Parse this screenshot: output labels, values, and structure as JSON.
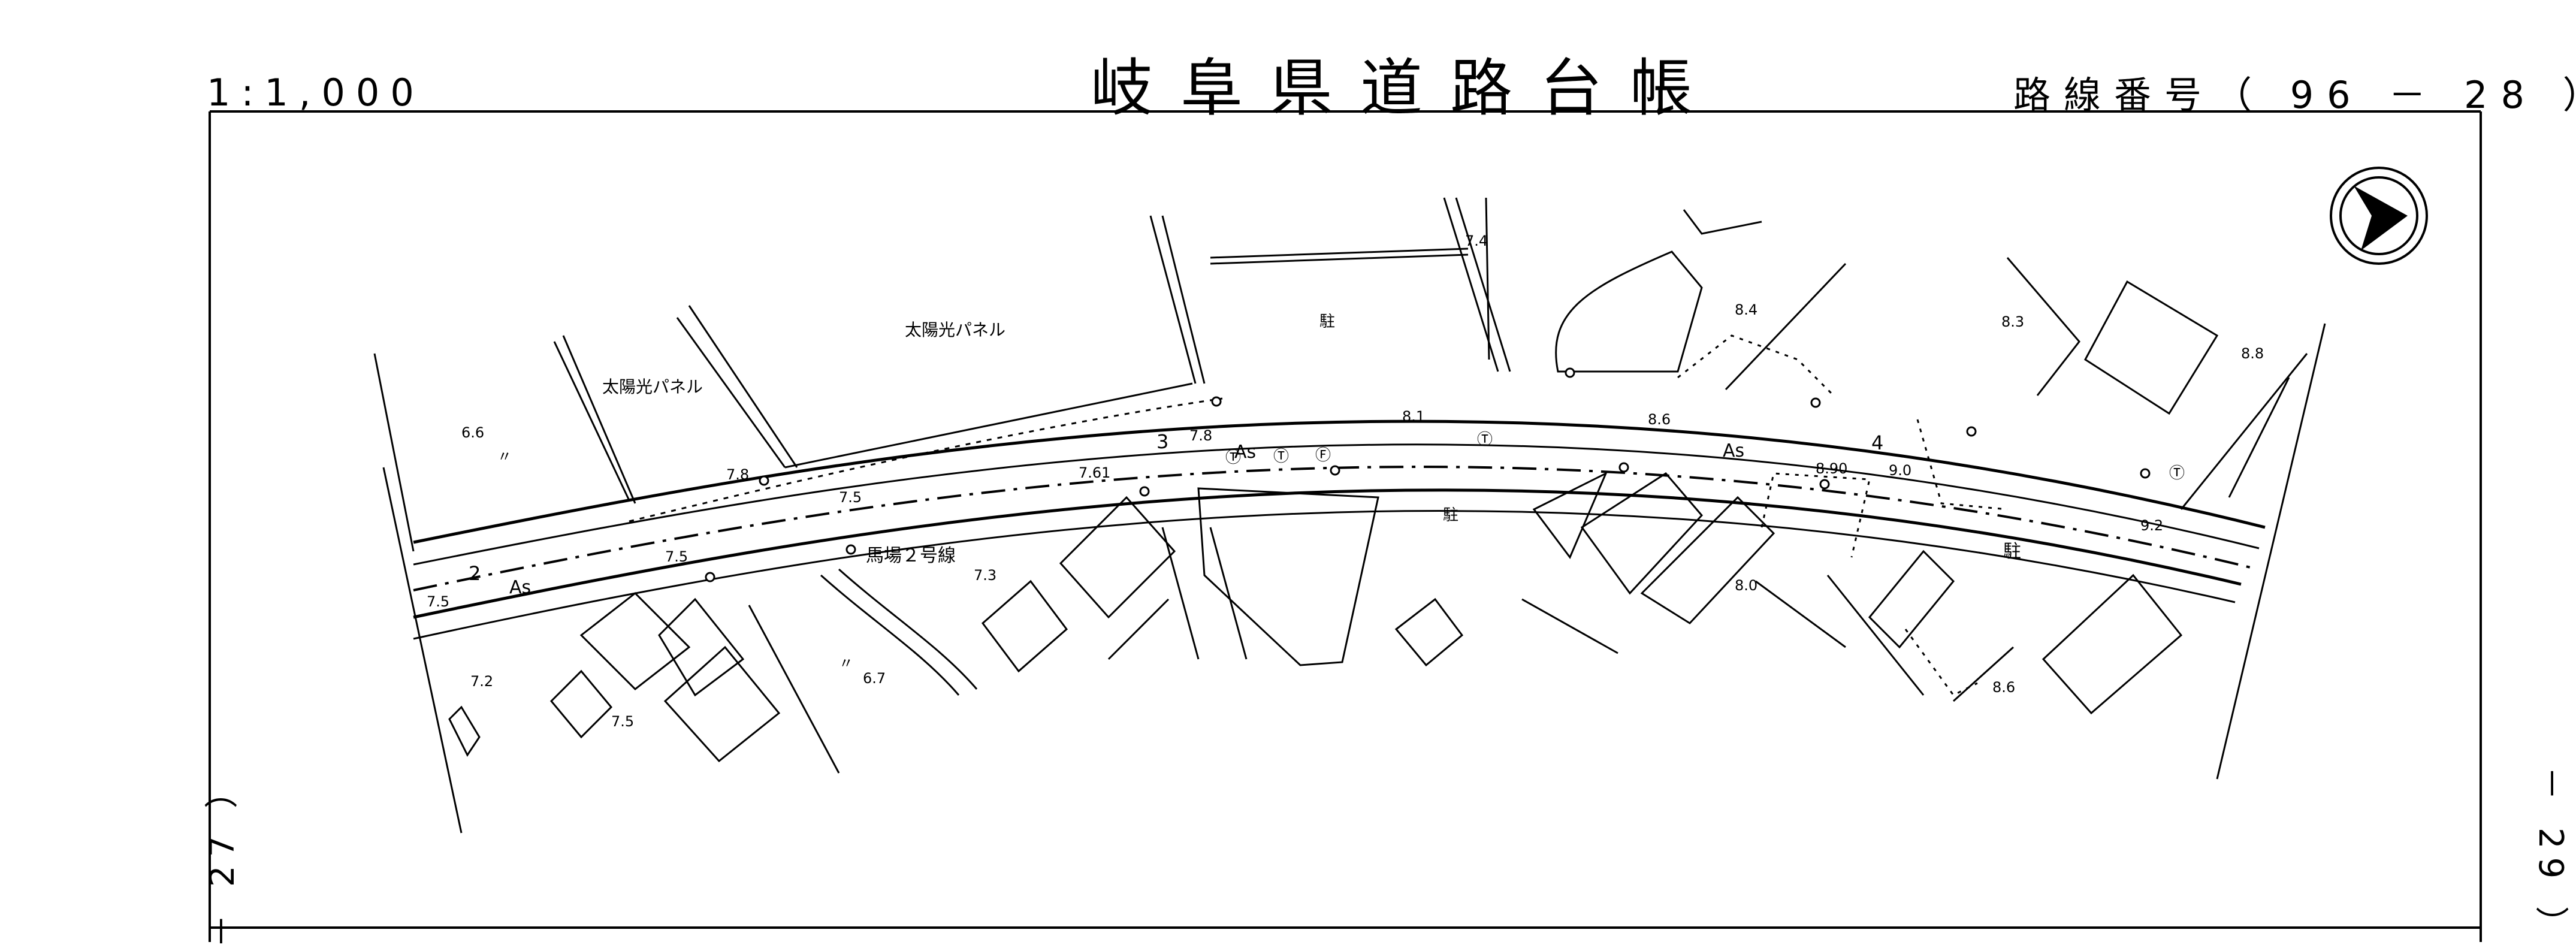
{
  "header": {
    "scale": "1:1,000",
    "title": "岐阜県道路台帳",
    "route_number": "路線番号（ 96 － 28 ）"
  },
  "sheet_links": {
    "left": "－ 27 ）",
    "right": "－ 29 ）"
  },
  "map": {
    "road_name": "馬場２号線",
    "labels": {
      "solar_panel_1": "太陽光パネル",
      "solar_panel_2": "太陽光パネル",
      "surface_1": "As",
      "surface_2": "As",
      "surface_3": "As",
      "parking": "駐",
      "ditto_1": "〃",
      "ditto_2": "〃"
    },
    "elevations": {
      "e1": "6.6",
      "e2": "7.5",
      "e3": "7.2",
      "e4": "7.5",
      "e5": "7.5",
      "e6": "7.8",
      "e7": "7.5",
      "e8": "7.3",
      "e9": "6.7",
      "e10": "7.61",
      "e11": "7.8",
      "e12": "8.1",
      "e13": "7.4",
      "e14": "8.6",
      "e15": "8.4",
      "e16": "8.90",
      "e17": "9.0",
      "e18": "8.0",
      "e19": "8.3",
      "e20": "8.8",
      "e21": "9.2",
      "e22": "8.6"
    },
    "station_numbers": {
      "s2": "2",
      "s3": "3",
      "s4": "4"
    },
    "symbols": {
      "telecom": "Ⓣ",
      "fire": "Ⓕ"
    }
  }
}
